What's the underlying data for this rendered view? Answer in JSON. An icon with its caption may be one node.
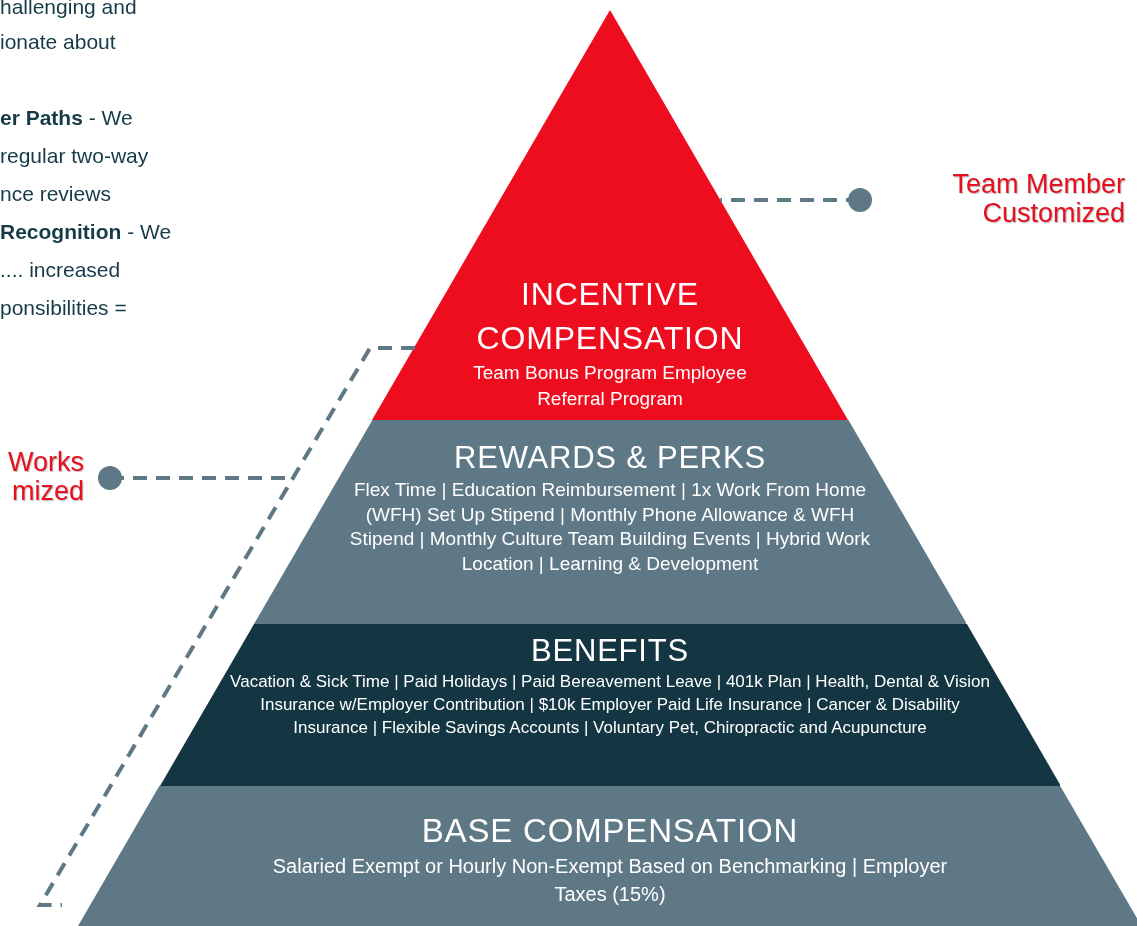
{
  "diagram": {
    "nodes": [
      {
        "text": [
          "INCENTIVE COMPENSATION",
          "Team Bonus Program Employee Referral Program"
        ]
      },
      {
        "text": [
          "REWARDS & PERKS",
          "Flex Time | Education Reimbursement | 1x Work From Home (WFH) Set Up Stipend | Monthly Phone Allowance & WFH Stipend | Monthly Culture Team Building Events | Hybrid Work Location | Learning & Development"
        ]
      },
      {
        "text": [
          "BENEFITS",
          "Vacation & Sick Time | Paid Holidays | Paid Bereavement Leave | 401k Plan | Health, Dental & Vision Insurance w/Employer Contribution | $10k Employer Paid Life Insurance | Cancer & Disability Insurance | Flexible Savings Accounts | Voluntary Pet, Chiropractic and Acupuncture"
        ]
      },
      {
        "text": [
          "BASE COMPENSATION",
          "Salaried Exempt or Hourly Non-Exempt Based on Benchmarking | Employer Taxes (15%)"
        ]
      },
      {
        "text": [
          "Team Member Customized"
        ]
      },
      {
        "text": [
          "Works mized"
        ]
      }
    ],
    "edges": [
      {
        "from": 4,
        "to": 0,
        "arrow": "other",
        "style": "dashed"
      },
      {
        "from": 5,
        "to": null,
        "arrow": "other",
        "style": "dashed"
      }
    ],
    "labels": [
      "hallenging and",
      "ionate about",
      "**er Paths** - We",
      "regular two-way",
      "nce reviews",
      "**Recognition** - We",
      ".... increased",
      "ponsibilities ="
    ]
  }
}
